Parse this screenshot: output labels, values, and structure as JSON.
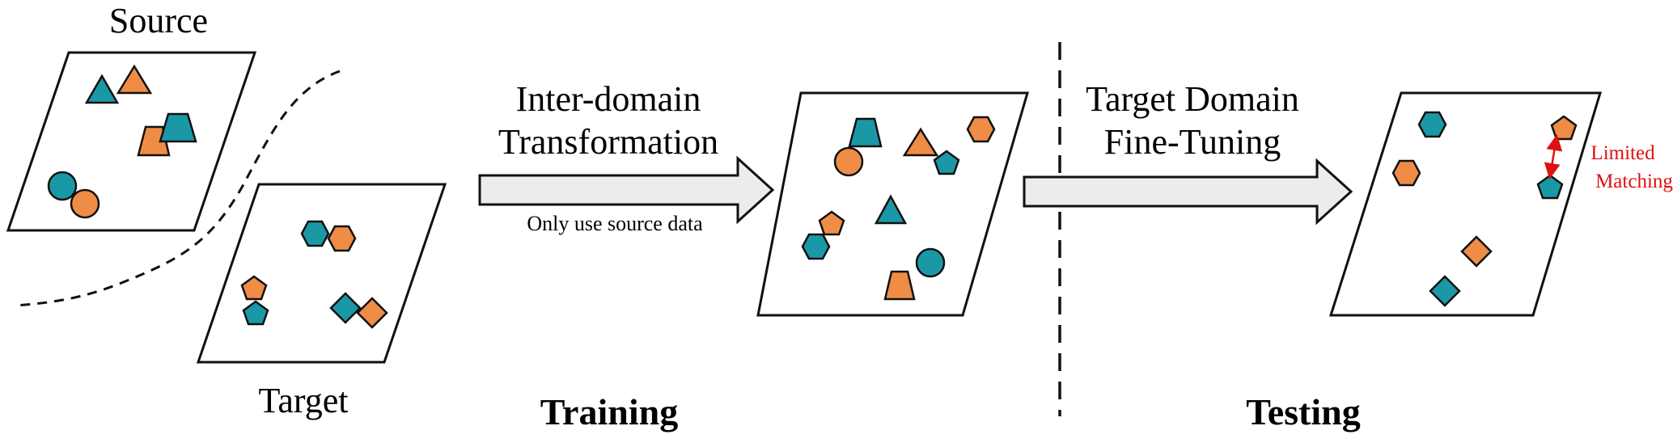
{
  "labels": {
    "source": "Source",
    "target": "Target",
    "arrow1_line1": "Inter-domain",
    "arrow1_line2": "Transformation",
    "arrow1_note": "Only use source data",
    "arrow2_line1": "Target Domain",
    "arrow2_line2": "Fine-Tuning",
    "training": "Training",
    "testing": "Testing",
    "limited_line1": "Limited",
    "limited_line2": "Matching"
  },
  "colors": {
    "teal": "#1b98a6",
    "orange": "#ef8c45",
    "arrow_fill": "#ececec",
    "outline": "#111111",
    "matching": "#e01010"
  }
}
